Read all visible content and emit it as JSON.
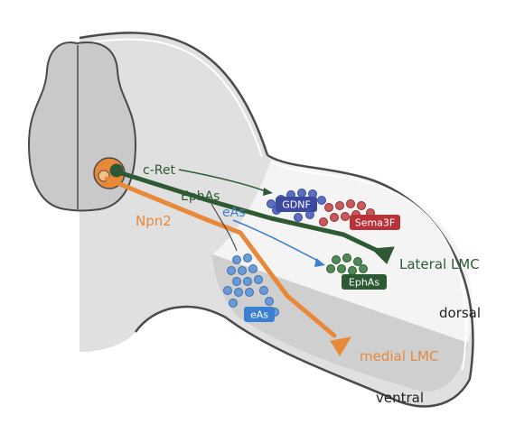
{
  "labels": {
    "cret": "c-Ret",
    "ephas_top": "EphAs",
    "eas_top": "eAs",
    "npn2": "Npn2",
    "gdnf": "GDNF",
    "sema3f": "Sema3F",
    "lateral_lmc": "Lateral LMC",
    "ephas_badge": "EphAs",
    "eas_badge": "eAs",
    "dorsal": "dorsal",
    "medial_lmc": "medial LMC",
    "ventral": "ventral"
  },
  "colors": {
    "lateral": "#2d5a32",
    "medial": "#e8893a",
    "eas_blue": "#3b7fd0",
    "gdnf_blue": "#3b4aa0",
    "sema_red": "#b8323a",
    "tissue": "#e0e0e0",
    "cord": "#c9c9c9",
    "outline": "#4a4a4a"
  }
}
